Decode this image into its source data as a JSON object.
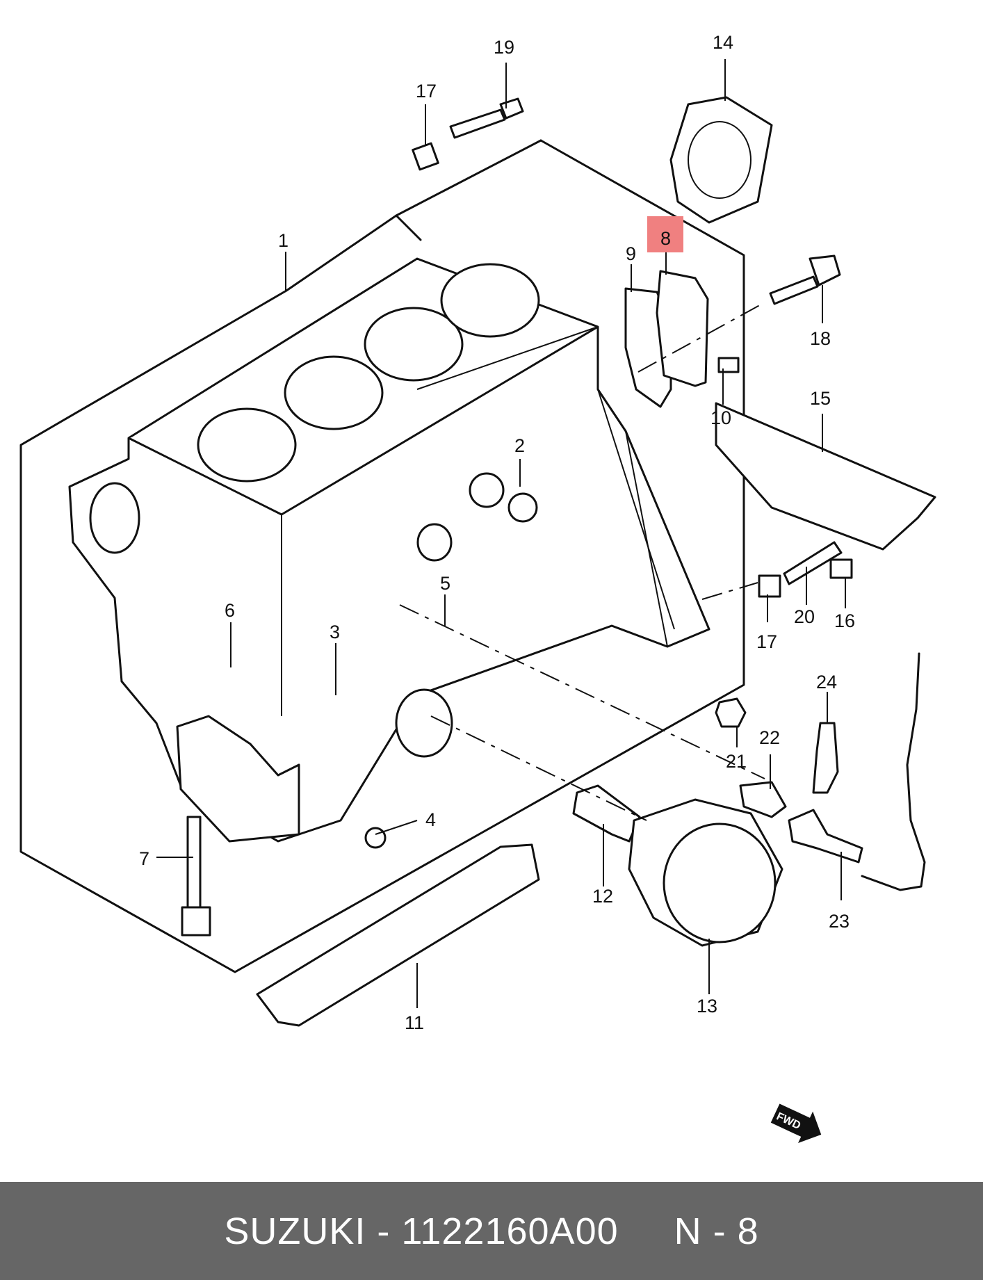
{
  "diagram": {
    "highlight_color": "#f08080",
    "callouts": [
      {
        "id": "1",
        "label": "1"
      },
      {
        "id": "2",
        "label": "2"
      },
      {
        "id": "3",
        "label": "3"
      },
      {
        "id": "4",
        "label": "4"
      },
      {
        "id": "5",
        "label": "5"
      },
      {
        "id": "6",
        "label": "6"
      },
      {
        "id": "7",
        "label": "7"
      },
      {
        "id": "8",
        "label": "8",
        "highlighted": true
      },
      {
        "id": "9",
        "label": "9"
      },
      {
        "id": "10",
        "label": "10"
      },
      {
        "id": "11",
        "label": "11"
      },
      {
        "id": "12",
        "label": "12"
      },
      {
        "id": "13",
        "label": "13"
      },
      {
        "id": "14",
        "label": "14"
      },
      {
        "id": "15",
        "label": "15"
      },
      {
        "id": "16",
        "label": "16"
      },
      {
        "id": "17a",
        "label": "17"
      },
      {
        "id": "17b",
        "label": "17"
      },
      {
        "id": "18",
        "label": "18"
      },
      {
        "id": "19",
        "label": "19"
      },
      {
        "id": "20",
        "label": "20"
      },
      {
        "id": "21",
        "label": "21"
      },
      {
        "id": "22",
        "label": "22"
      },
      {
        "id": "23",
        "label": "23"
      },
      {
        "id": "24",
        "label": "24"
      }
    ],
    "fwd_label": "FWD"
  },
  "footer": {
    "brand": "SUZUKI",
    "part_number": "1122160A00",
    "ref": "N - 8",
    "text": "SUZUKI - 1122160A00     N - 8",
    "background": "#666666"
  }
}
